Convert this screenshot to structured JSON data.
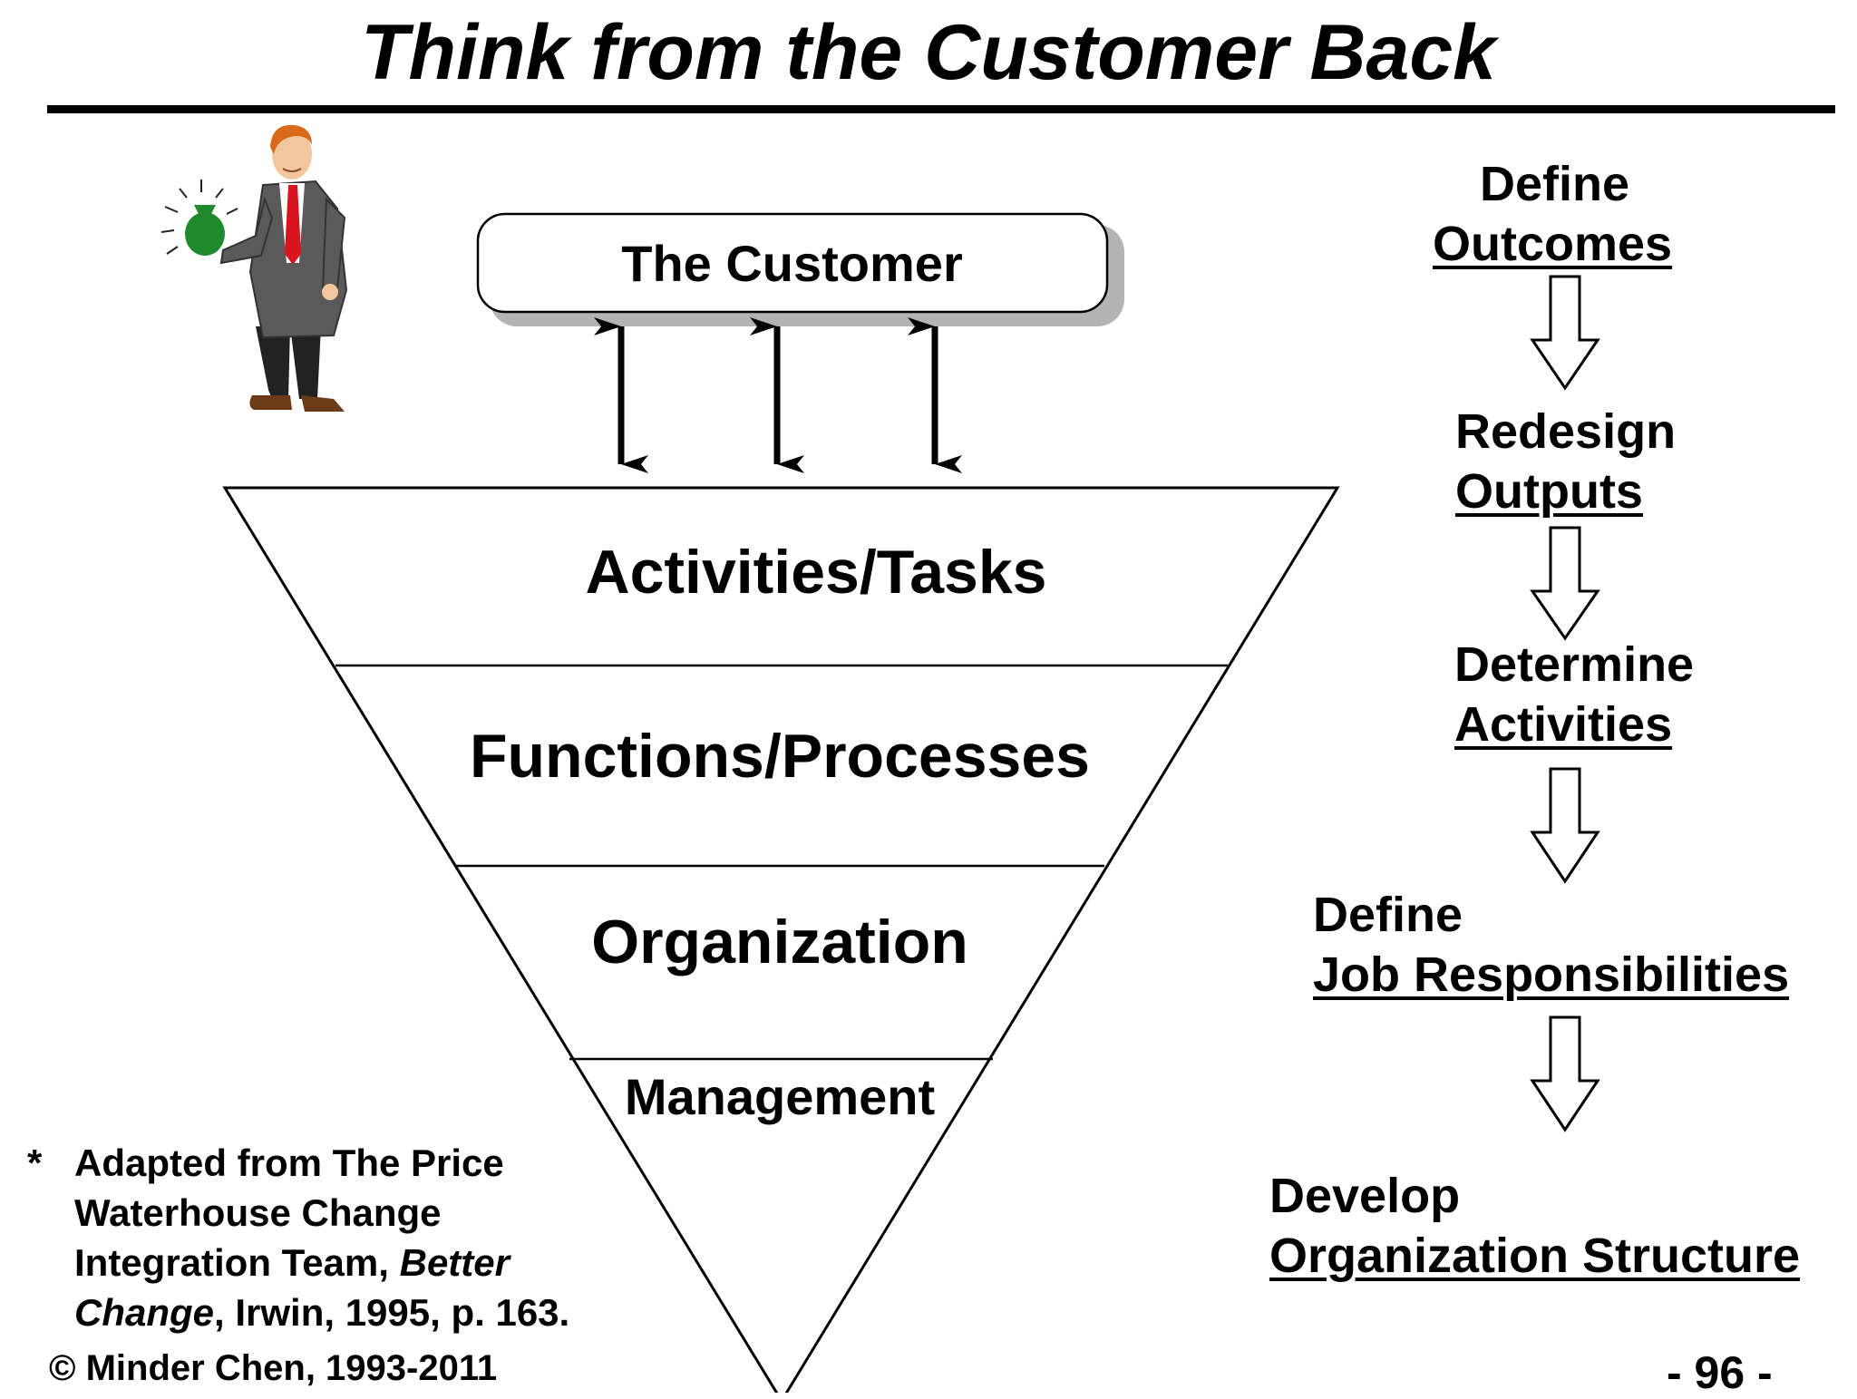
{
  "title": "Think from the Customer Back",
  "customer": "The Customer",
  "layers": [
    "Activities/Tasks",
    "Functions/Processes",
    "Organization",
    "Management"
  ],
  "steps": [
    {
      "verb": "Define",
      "object": "Outcomes"
    },
    {
      "verb": "Redesign",
      "object": "Outputs"
    },
    {
      "verb": "Determine",
      "object": "Activities"
    },
    {
      "verb": "Define",
      "object": "Job Responsibilities"
    },
    {
      "verb": "Develop",
      "object": "Organization Structure"
    }
  ],
  "footnote": {
    "star": "*",
    "line1": "Adapted from The Price",
    "line2": "Waterhouse Change",
    "line3a": "Integration Team, ",
    "line3b": "Better",
    "line4a": "Change",
    "line4b": ", Irwin, 1995, p. 163."
  },
  "copyright": "© Minder Chen, 1993-2011",
  "page_number": "- 96 -",
  "colors": {
    "tie": "#d8141e",
    "money_bag": "#1e8a2c",
    "suit": "#5a5a5a",
    "box_shadow": "#b4b4b4"
  },
  "icons": [
    "businessman-with-money-bag-icon",
    "double-headed-arrow-icon",
    "hollow-down-arrow-icon"
  ]
}
